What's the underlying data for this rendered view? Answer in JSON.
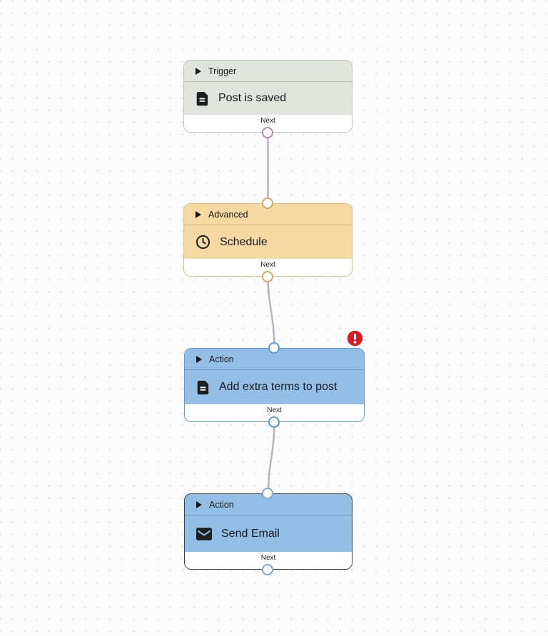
{
  "canvas": {
    "background_color": "#fcfcfd",
    "dot_color": "#dedee2"
  },
  "nodes": [
    {
      "category": "Trigger",
      "title": "Post is saved",
      "icon": "document-icon",
      "footer_label": "Next",
      "fill_color": "#dfe5dd",
      "border_color": "#bcc7ba",
      "output_handle_color": "#b18ab3",
      "has_input": false,
      "has_output": true,
      "has_error": false,
      "selected": false
    },
    {
      "category": "Advanced",
      "title": "Schedule",
      "icon": "clock-icon",
      "footer_label": "Next",
      "fill_color": "#f6d8a2",
      "border_color": "#ddbd81",
      "output_handle_color": "#d3aa62",
      "has_input": true,
      "has_output": true,
      "has_error": false,
      "selected": false
    },
    {
      "category": "Action",
      "title": "Add extra terms to post",
      "icon": "document-icon",
      "footer_label": "Next",
      "fill_color": "#93bfe7",
      "border_color": "#5e99d2",
      "output_handle_color": "#5e99d2",
      "has_input": true,
      "has_output": true,
      "has_error": true,
      "selected": false
    },
    {
      "category": "Action",
      "title": "Send Email",
      "icon": "envelope-icon",
      "footer_label": "Next",
      "fill_color": "#93bfe7",
      "border_color": "#3a4046",
      "output_handle_color": "#7ca9d7",
      "has_input": true,
      "has_output": true,
      "has_error": false,
      "selected": true
    }
  ],
  "connections": [
    {
      "from": "Post is saved",
      "to": "Schedule"
    },
    {
      "from": "Schedule",
      "to": "Add extra terms to post"
    },
    {
      "from": "Add extra terms to post",
      "to": "Send Email"
    }
  ],
  "error_badge": {
    "color": "#dc1b22",
    "glyph": "!"
  },
  "wire_color": "#b5b5bd"
}
